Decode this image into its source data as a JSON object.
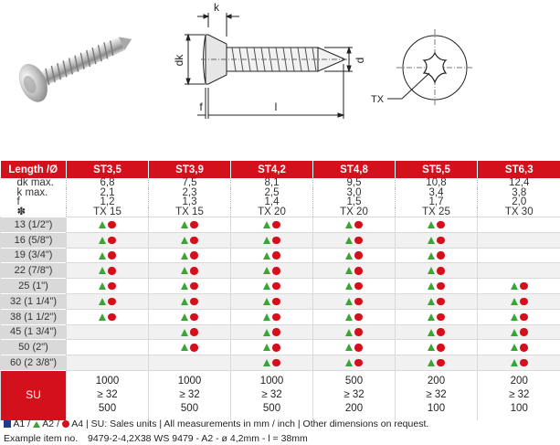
{
  "drawing": {
    "dim_k": "k",
    "dim_dk": "dk",
    "dim_f": "f",
    "dim_l": "l",
    "dim_d": "d",
    "drive_label": "TX"
  },
  "spec_rows": [
    {
      "label": "dk max.",
      "values": [
        "6,8",
        "7,5",
        "8,1",
        "9,5",
        "10,8",
        "12,4"
      ]
    },
    {
      "label": "k max.",
      "values": [
        "2,1",
        "2,3",
        "2,5",
        "3,0",
        "3,4",
        "3,8"
      ]
    },
    {
      "label": "f",
      "values": [
        "1,2",
        "1,3",
        "1,4",
        "1,5",
        "1,7",
        "2,0"
      ]
    },
    {
      "label": "✽",
      "values": [
        "TX 15",
        "TX 15",
        "TX 20",
        "TX 20",
        "TX 25",
        "TX 30"
      ]
    }
  ],
  "table_header": {
    "first": "Length /Ø",
    "sizes": [
      "ST3,5",
      "ST3,9",
      "ST4,2",
      "ST4,8",
      "ST5,5",
      "ST6,3"
    ]
  },
  "lengths": [
    "13 (1/2\")",
    "16 (5/8\")",
    "19 (3/4\")",
    "22 (7/8\")",
    "25 (1\")",
    "32 (1 1/4\")",
    "38 (1 1/2\")",
    "45 (1 3/4\")",
    "50 (2\")",
    "60 (2 3/8\")"
  ],
  "availability": [
    [
      true,
      true,
      true,
      true,
      true,
      false
    ],
    [
      true,
      true,
      true,
      true,
      true,
      false
    ],
    [
      true,
      true,
      true,
      true,
      true,
      false
    ],
    [
      true,
      true,
      true,
      true,
      true,
      false
    ],
    [
      true,
      true,
      true,
      true,
      true,
      true
    ],
    [
      true,
      true,
      true,
      true,
      true,
      true
    ],
    [
      true,
      true,
      true,
      true,
      true,
      true
    ],
    [
      false,
      true,
      true,
      true,
      true,
      true
    ],
    [
      false,
      true,
      true,
      true,
      true,
      true
    ],
    [
      false,
      false,
      true,
      true,
      true,
      true
    ]
  ],
  "su": {
    "label": "SU",
    "values": [
      [
        "1000",
        "≥ 32",
        "500"
      ],
      [
        "1000",
        "≥ 32",
        "500"
      ],
      [
        "1000",
        "≥ 32",
        "500"
      ],
      [
        "500",
        "≥ 32",
        "200"
      ],
      [
        "200",
        "≥ 32",
        "100"
      ],
      [
        "200",
        "≥ 32",
        "100"
      ]
    ]
  },
  "legend": {
    "a1": "A1",
    "a2": "A2",
    "a4": "A4",
    "text": "| SU: Sales units | All measurements in mm / inch | Other dimensions on request.",
    "sep": "/"
  },
  "example": {
    "label": "Example item no.",
    "text": "9479-2-4,2X38 WS 9479 - A2 - ø 4,2mm - l = 38mm"
  },
  "colors": {
    "brand_red": "#d3101c",
    "a1_blue": "#1e3c8c",
    "a2_green": "#3aa535",
    "a4_red": "#d3101c"
  }
}
